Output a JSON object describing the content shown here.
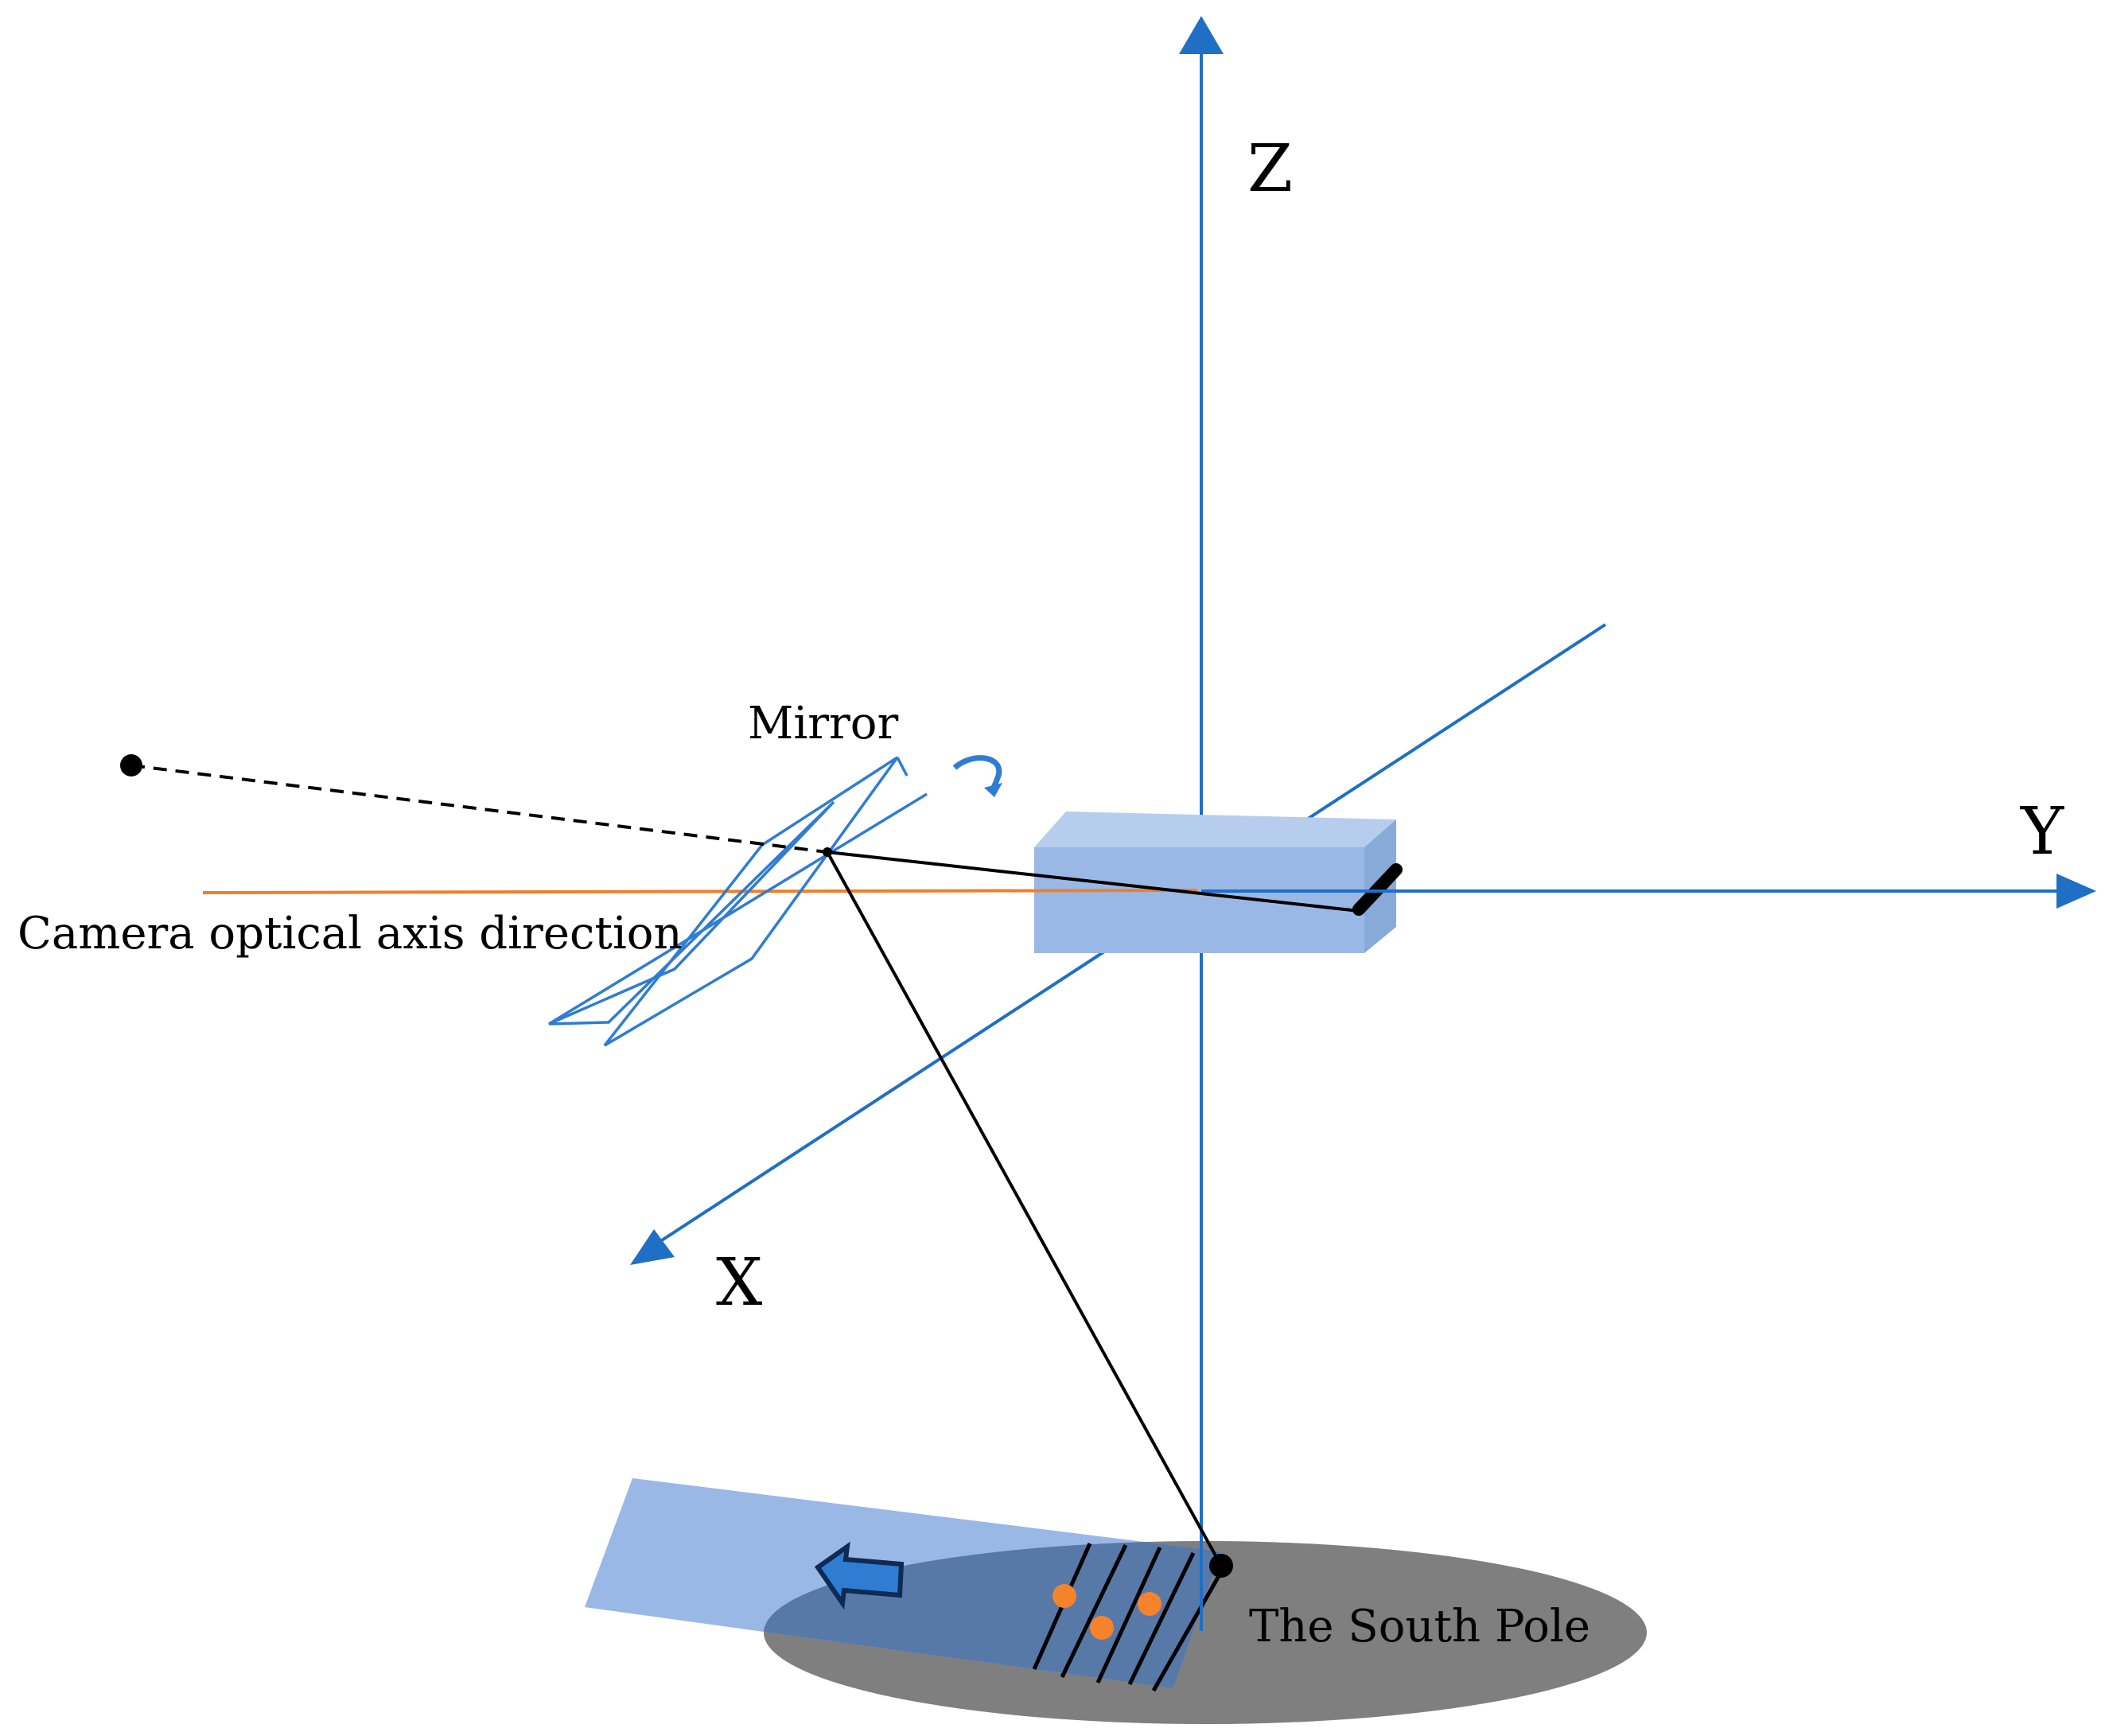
{
  "labels": {
    "z_axis": "Z",
    "y_axis": "Y",
    "x_axis": "X",
    "mirror": "Mirror",
    "optical_axis": "Camera optical axis direction",
    "south_pole": "The South Pole"
  },
  "colors": {
    "axis": "#1f6fc5",
    "optical_axis": "#f07f2a",
    "camera_body": "#9ab8e6",
    "camera_top": "#b6cdee",
    "camera_side": "#88aad9",
    "ground": "#7f7f7f",
    "swath": "#9ab8e6",
    "swath_overlap": "#5779a8",
    "target_points": "#f5832b",
    "ray": "#000000",
    "mirror": "#2f7cd3"
  },
  "icons": {
    "rotation": "curved-rotation-arrow-icon",
    "motion": "left-arrow-icon"
  }
}
